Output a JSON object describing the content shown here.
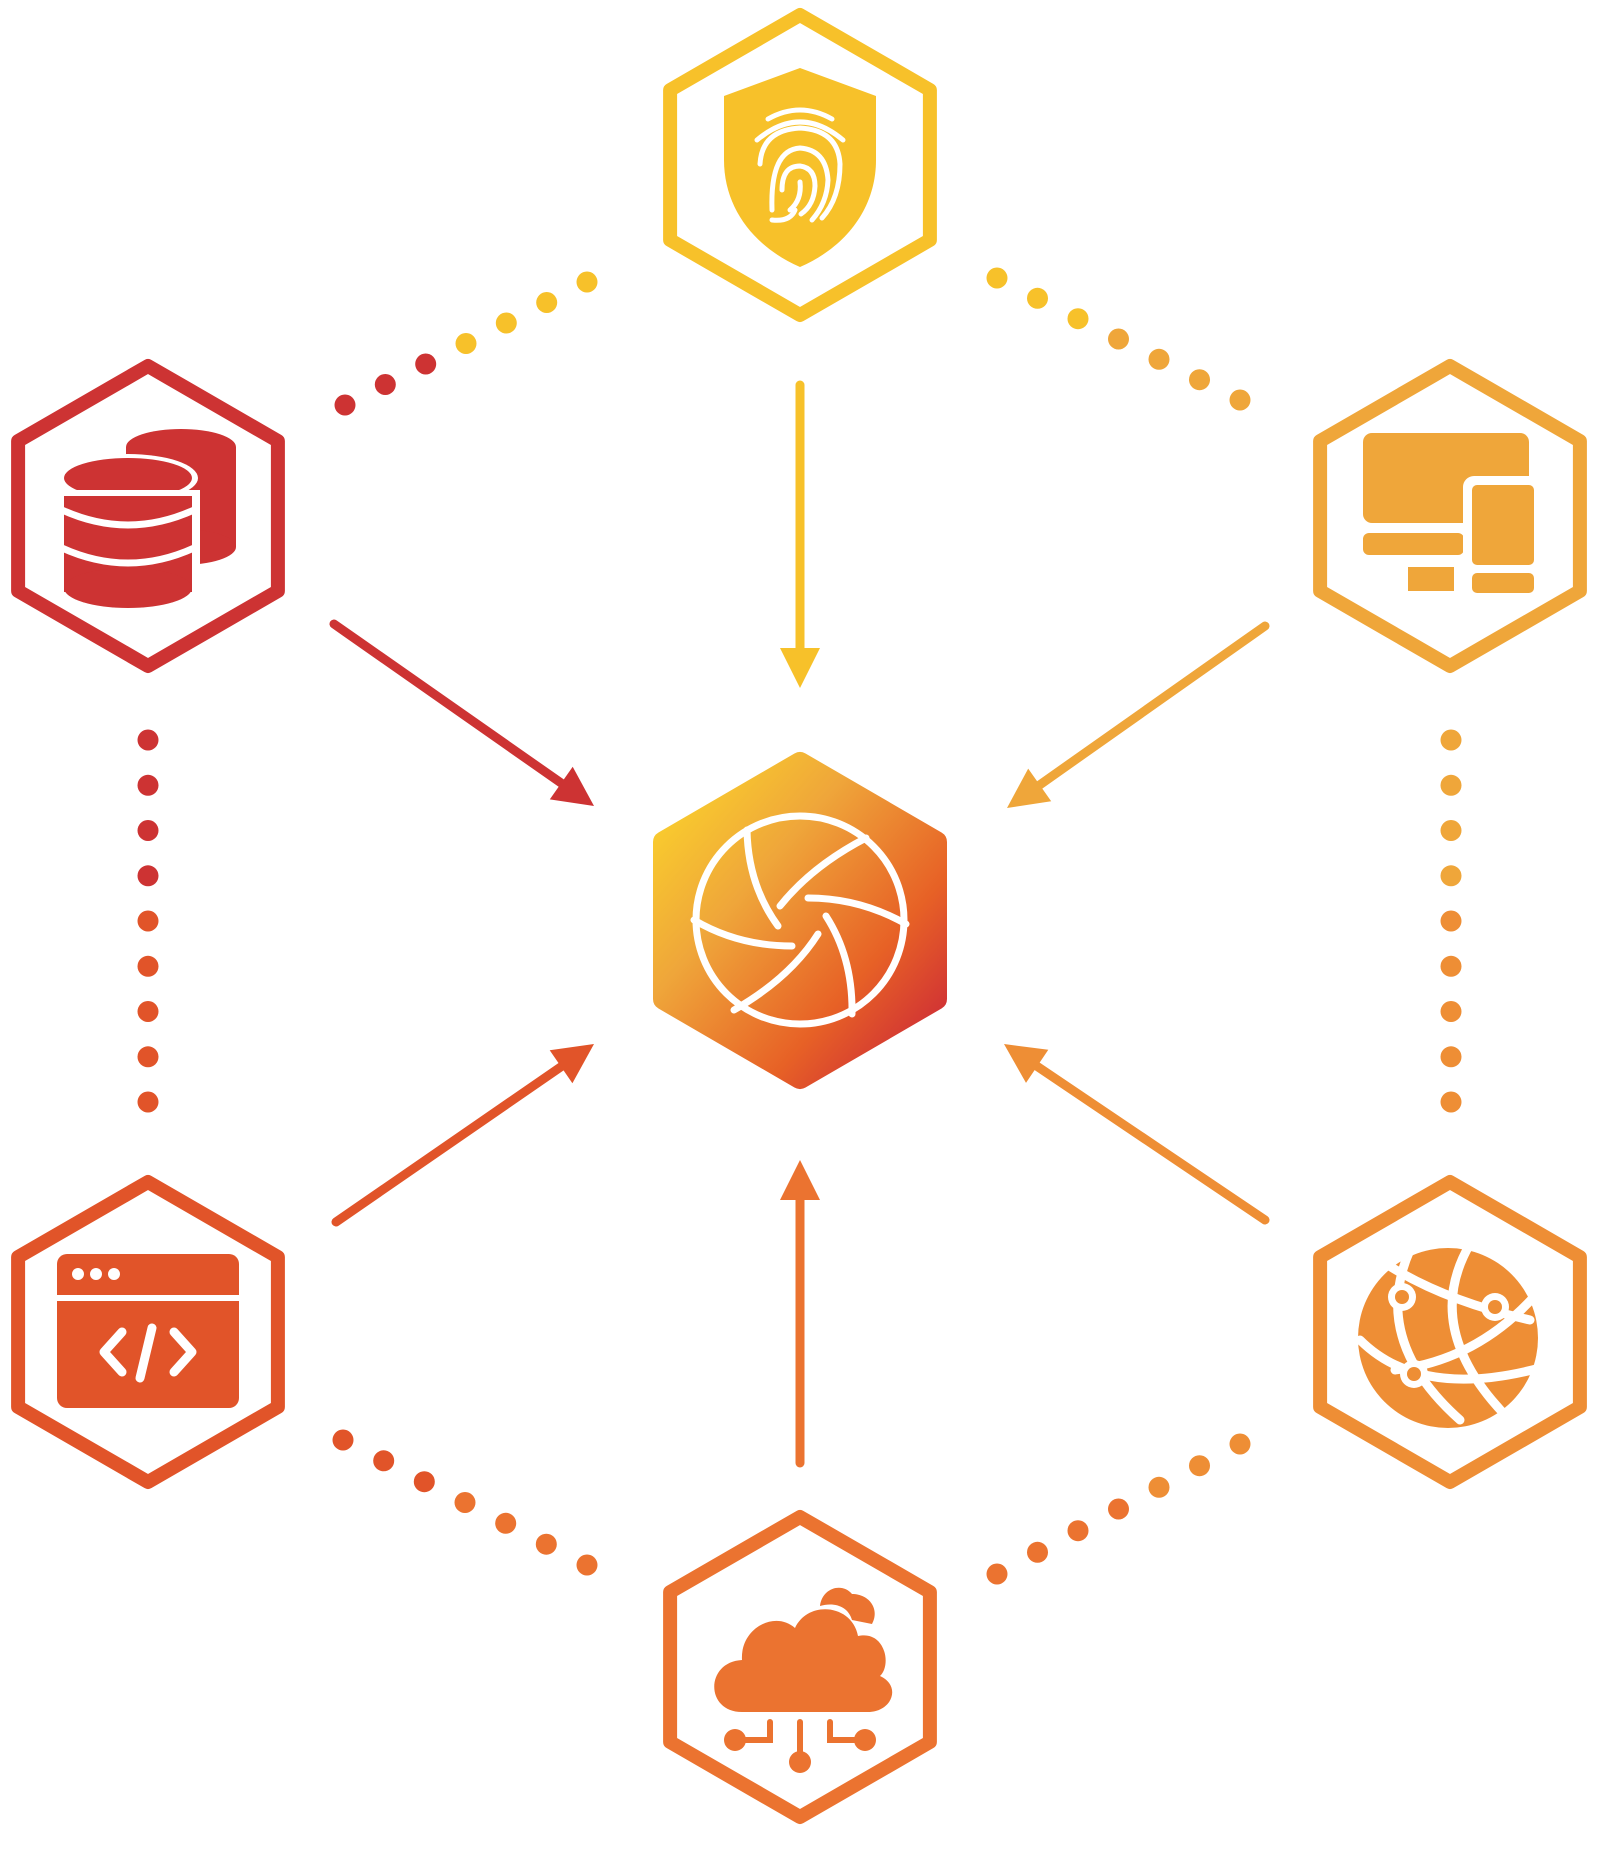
{
  "colors": {
    "background": "#ffffff",
    "top": "#F7C12A",
    "top_right": "#EFA63A",
    "bottom_right": "#EE8E35",
    "bottom": "#EB7330",
    "bottom_left": "#E15429",
    "top_left": "#CD3333",
    "center_gradient": [
      "#FCD72A",
      "#EFA63A",
      "#E76126",
      "#C8203A"
    ]
  },
  "nodes": [
    {
      "id": "top",
      "icon": "fingerprint-shield-icon"
    },
    {
      "id": "top_right",
      "icon": "devices-icon"
    },
    {
      "id": "bottom_right",
      "icon": "network-globe-icon"
    },
    {
      "id": "bottom",
      "icon": "cloud-circuit-icon"
    },
    {
      "id": "bottom_left",
      "icon": "code-window-icon"
    },
    {
      "id": "top_left",
      "icon": "database-icon"
    }
  ],
  "center": {
    "icon": "aperture-icon"
  }
}
